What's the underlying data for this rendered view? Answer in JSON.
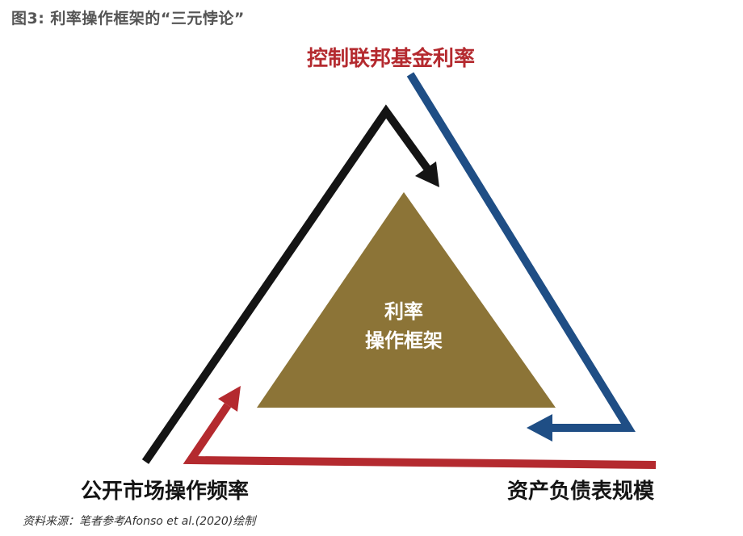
{
  "figure": {
    "title": "图3: 利率操作框架的“三元悖论”",
    "nodes": {
      "top": "控制联邦基金利率",
      "bottom_left": "公开市场操作频率",
      "bottom_right": "资产负债表规模"
    },
    "center": {
      "line1": "利率",
      "line2": "操作框架"
    },
    "source": "资料来源：笔者参考Afonso et al.(2020)绘制"
  },
  "colors": {
    "center_triangle": "#8c7437",
    "black_arrow": "#141414",
    "blue_arrow": "#1f4e85",
    "red_arrow": "#b42a2f",
    "top_label": "#b42a2f"
  },
  "icons": {
    "black_arrow": "arrow-down-right-icon",
    "blue_arrow": "arrow-left-icon",
    "red_arrow": "arrow-up-right-icon"
  }
}
